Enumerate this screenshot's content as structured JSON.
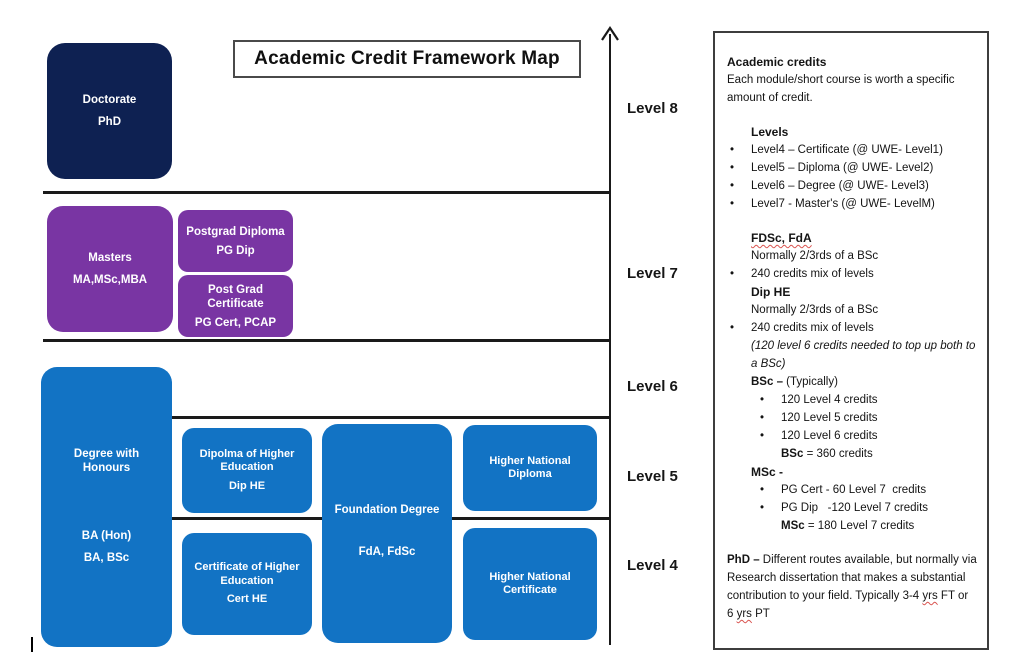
{
  "title": "Academic Credit Framework Map",
  "colors": {
    "navy": "#0E2152",
    "purple": "#7935A3",
    "blue": "#1273C4",
    "line": "#1A1A1A"
  },
  "levels": [
    "Level 8",
    "Level 7",
    "Level 6",
    "Level 5",
    "Level 4"
  ],
  "boxes": {
    "doctorate": {
      "title": "Doctorate",
      "subtitle": "PhD"
    },
    "masters": {
      "title": "Masters",
      "subtitle": "MA,MSc,MBA"
    },
    "postgrad_diploma": {
      "title": "Postgrad Diploma",
      "subtitle": "PG Dip"
    },
    "postgrad_certificate": {
      "title": "Post Grad Certificate",
      "subtitle": "PG Cert, PCAP"
    },
    "degree_with_honours": {
      "title": "Degree with Honours",
      "line2": "BA (Hon)",
      "line3": "BA, BSc"
    },
    "diploma_he": {
      "title": "Dipolma of Higher Education",
      "subtitle": "Dip HE"
    },
    "certificate_he": {
      "title": "Certificate of Higher Education",
      "subtitle": "Cert HE"
    },
    "foundation_degree": {
      "title": "Foundation Degree",
      "subtitle": "FdA, FdSc"
    },
    "higher_national_diploma": {
      "title": "Higher National Diploma"
    },
    "higher_national_certificate": {
      "title": "Higher National Certificate"
    }
  },
  "sidebar": {
    "heading": "Academic credits",
    "intro": "Each module/short course is worth a specific amount of credit.",
    "levels_heading": "Levels",
    "level_bullets": [
      "Level4 – Certificate (@ UWE- Level1)",
      "Level5 – Diploma (@ UWE- Level2)",
      "Level6 – Degree (@ UWE- Level3)",
      "Level7 - Master's (@ UWE- LevelM)"
    ],
    "fdsc_heading": "FDSc, FdA",
    "fdsc_sub": "Normally 2/3rds of a BSc",
    "fdsc_bullet": "240 credits mix of levels",
    "diphe_heading": "Dip HE",
    "diphe_sub": "Normally 2/3rds of a BSc",
    "diphe_bullet": "240 credits mix of levels",
    "note_italic": "(120 level 6 credits needed to top up both to a BSc)",
    "bsc": {
      "lead": "BSc – ",
      "rest": "(Typically)"
    },
    "bsc_bullets": [
      "120 Level 4 credits",
      "120 Level 5 credits",
      "120 Level 6 credits"
    ],
    "bsc_total": {
      "lead": "BSc",
      "rest": " = 360 credits"
    },
    "msc_heading": "MSc -",
    "msc_bullets": [
      "PG Cert - 60 Level 7  credits",
      "PG Dip   -120 Level 7 credits"
    ],
    "msc_total": {
      "lead": "MSc",
      "rest": " = 180 Level 7 credits"
    },
    "phd": {
      "lead": "PhD – ",
      "body1": "Different routes available, but normally via Research dissertation that makes a substantial contribution to your field. Typically 3-4 ",
      "yrs1": "yrs",
      "mid": " FT or 6 ",
      "yrs2": "yrs",
      "end": " PT"
    }
  }
}
